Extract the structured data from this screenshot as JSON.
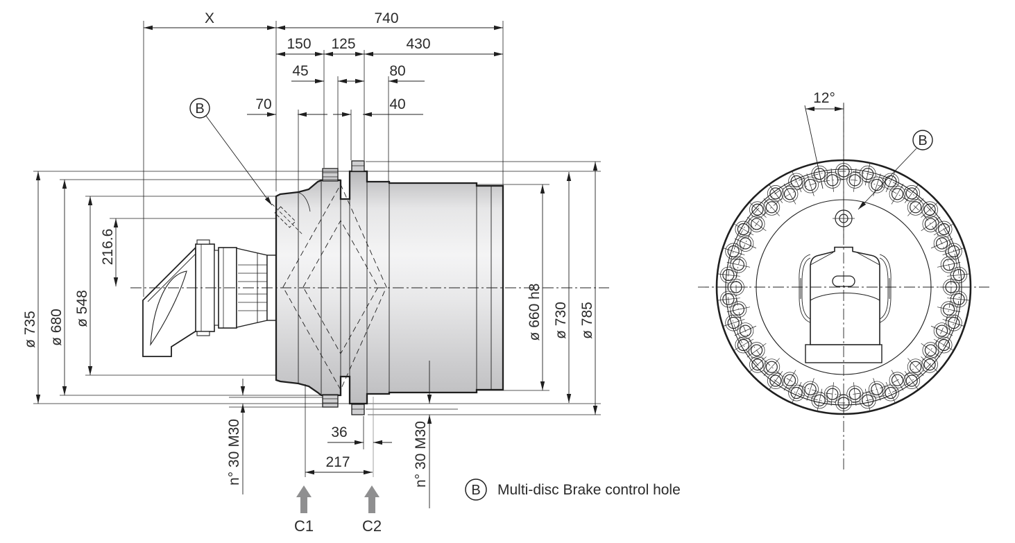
{
  "side_view": {
    "balloon": "B",
    "dims_top": {
      "motor_length": "X",
      "total_length": "740",
      "seg_150": "150",
      "seg_125": "125",
      "seg_430": "430",
      "seg_45": "45",
      "seg_80": "80",
      "seg_70": "70",
      "seg_40": "40"
    },
    "dims_left": {
      "dia_735": "ø 735",
      "dia_680": "ø 680",
      "dia_548": "ø 548",
      "radius_216": "216.6"
    },
    "dims_right": {
      "dia_660": "ø 660  h8",
      "dia_730": "ø 730",
      "dia_785": "ø 785"
    },
    "dims_bottom": {
      "seg_36": "36",
      "seg_217": "217",
      "bolts_left": "n° 30  M30",
      "bolts_right": "n° 30  M30"
    },
    "ports": {
      "c1": "C1",
      "c2": "C2"
    }
  },
  "front_view": {
    "angle": "12°",
    "balloon": "B",
    "bolt_count_outer": 30,
    "bolt_count_inner": 30
  },
  "legend": {
    "balloon": "B",
    "label": "Multi-disc Brake control hole"
  },
  "colors": {
    "line": "#1f1f1f",
    "body_light": "#f3f3f4",
    "body_dark": "#bcbcbe",
    "port_arrow_gray": "#8f8f90"
  }
}
